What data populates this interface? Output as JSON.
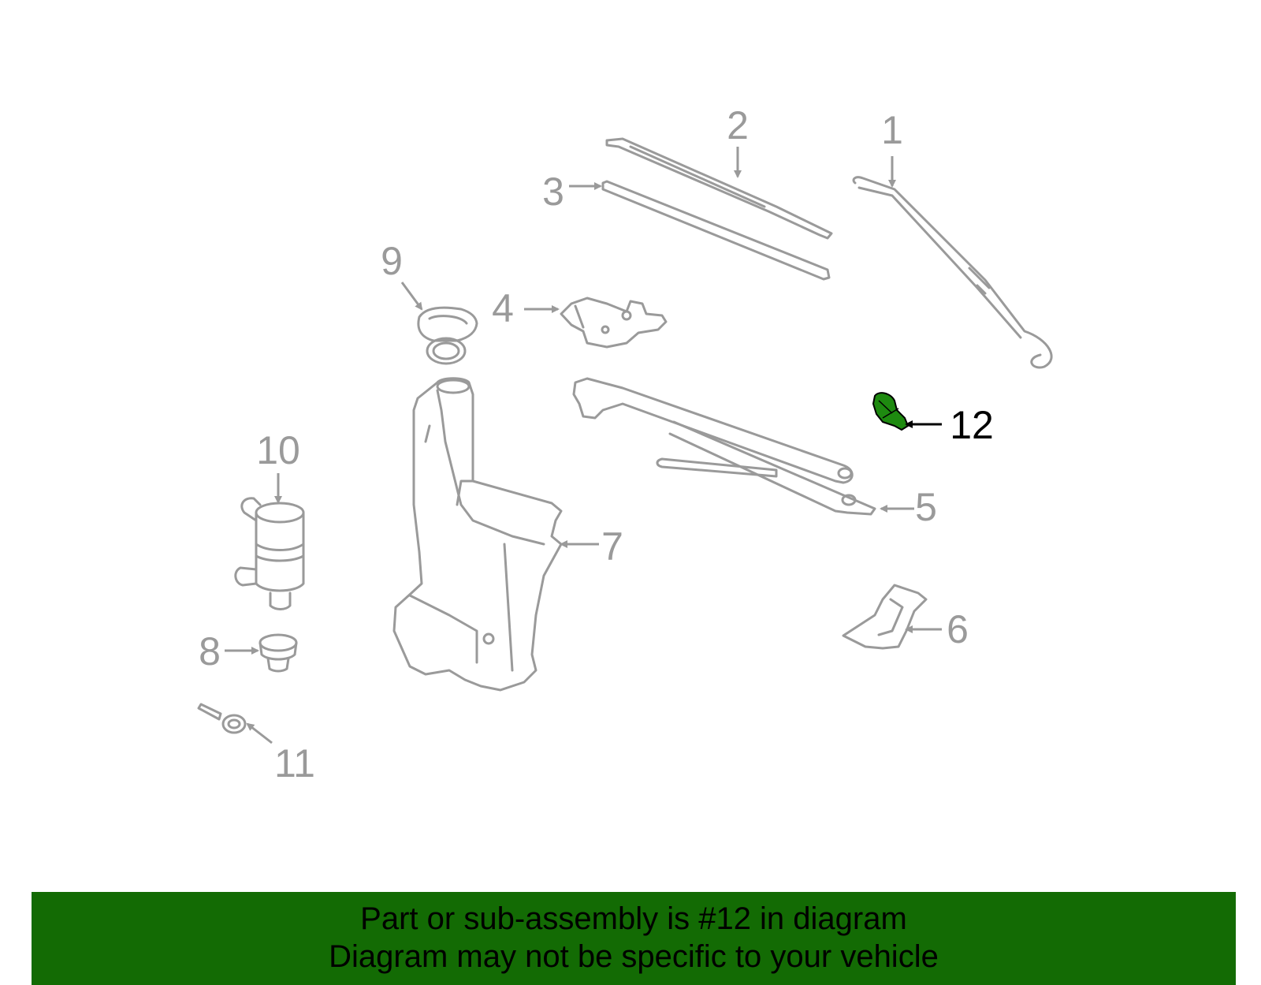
{
  "diagram": {
    "callouts": [
      {
        "id": "1",
        "label": "1"
      },
      {
        "id": "2",
        "label": "2"
      },
      {
        "id": "3",
        "label": "3"
      },
      {
        "id": "4",
        "label": "4"
      },
      {
        "id": "5",
        "label": "5"
      },
      {
        "id": "6",
        "label": "6"
      },
      {
        "id": "7",
        "label": "7"
      },
      {
        "id": "8",
        "label": "8"
      },
      {
        "id": "9",
        "label": "9"
      },
      {
        "id": "10",
        "label": "10"
      },
      {
        "id": "11",
        "label": "11"
      },
      {
        "id": "12",
        "label": "12"
      }
    ],
    "highlighted_part": "12",
    "colors": {
      "part_outline": "#9a9a9a",
      "highlight_fill": "#1e8a10",
      "highlight_label": "#000000",
      "banner_bg": "#136b04"
    }
  },
  "banner": {
    "line1": "Part or sub-assembly is #12 in diagram",
    "line2": "Diagram may not be specific to your vehicle"
  }
}
